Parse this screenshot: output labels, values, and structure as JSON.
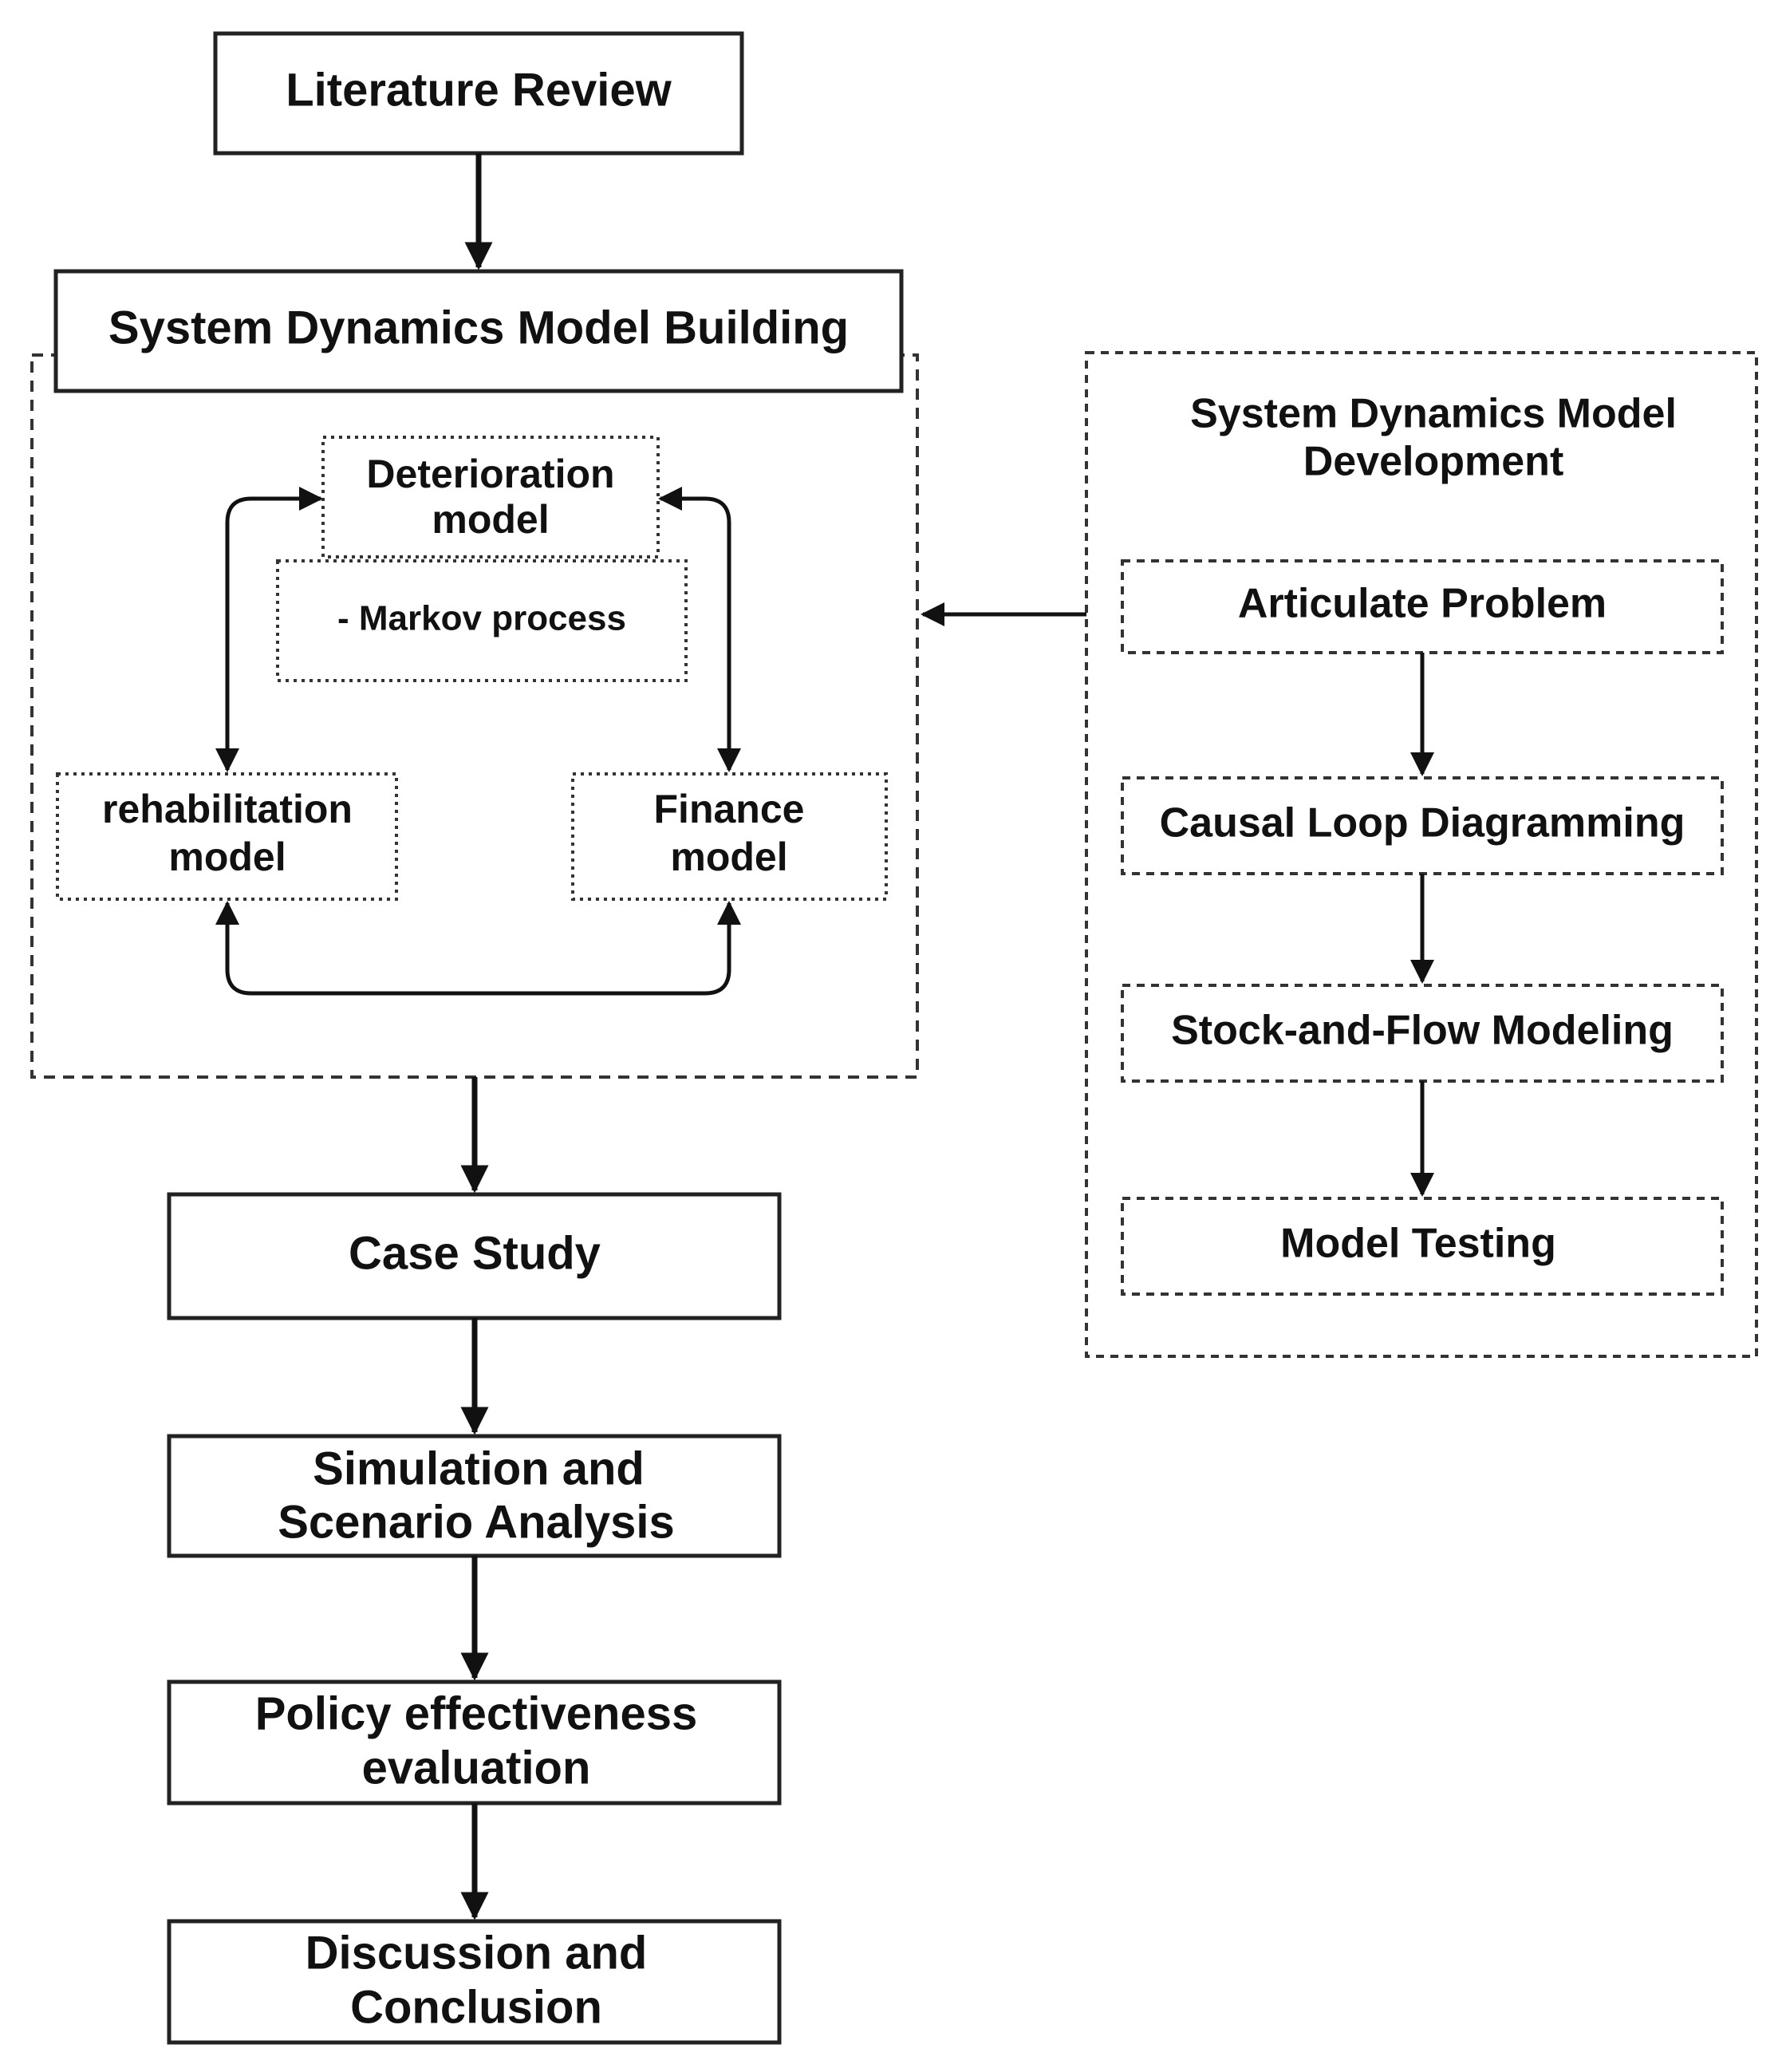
{
  "main_flow": {
    "literature_review": "Literature Review",
    "model_building": "System Dynamics Model Building",
    "case_study": "Case Study",
    "simulation": [
      "Simulation and",
      "Scenario Analysis"
    ],
    "policy": [
      "Policy effectiveness",
      "evaluation"
    ],
    "discussion": [
      "Discussion and",
      "Conclusion"
    ]
  },
  "model_building_group": {
    "deterioration": [
      "Deterioration",
      "model"
    ],
    "markov": "- Markov process",
    "rehabilitation": [
      "rehabilitation",
      "model"
    ],
    "finance": [
      "Finance",
      "model"
    ]
  },
  "development_group": {
    "title": [
      "System Dynamics Model",
      "Development"
    ],
    "steps": [
      "Articulate Problem",
      "Causal Loop Diagramming",
      "Stock-and-Flow Modeling",
      "Model Testing"
    ]
  }
}
